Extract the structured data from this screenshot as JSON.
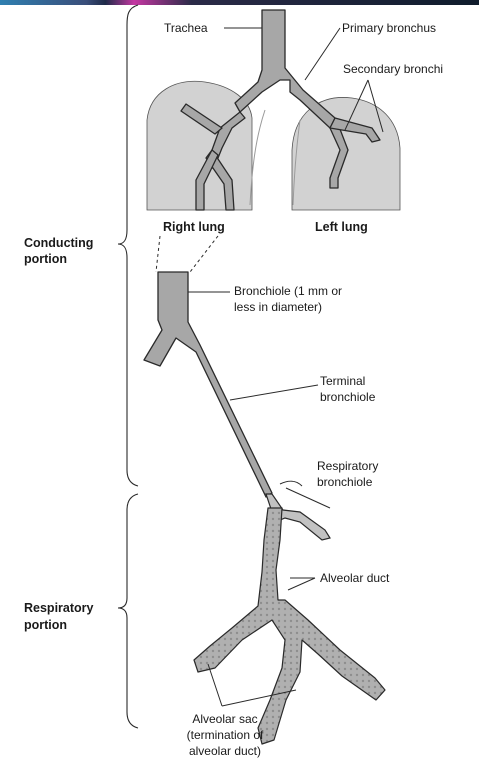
{
  "labels": {
    "trachea": "Trachea",
    "primary_bronchus": "Primary bronchus",
    "secondary_bronchi": "Secondary bronchi",
    "right_lung": "Right lung",
    "left_lung": "Left lung",
    "conducting_line1": "Conducting",
    "conducting_line2": "portion",
    "bronchiole_line1": "Bronchiole (1 mm or",
    "bronchiole_line2": "less in diameter)",
    "terminal_line1": "Terminal",
    "terminal_line2": "bronchiole",
    "respiratory_bronchiole_line1": "Respiratory",
    "respiratory_bronchiole_line2": "bronchiole",
    "respiratory_line1": "Respiratory",
    "respiratory_line2": "portion",
    "alveolar_duct": "Alveolar duct",
    "alveolar_sac_line1": "Alveolar sac",
    "alveolar_sac_line2": "(termination of",
    "alveolar_sac_line3": "alveolar duct)"
  },
  "colors": {
    "lung": "#d2d2d2",
    "airway": "#a7a7a7",
    "outline": "#2a2a2a",
    "background": "#ffffff"
  }
}
